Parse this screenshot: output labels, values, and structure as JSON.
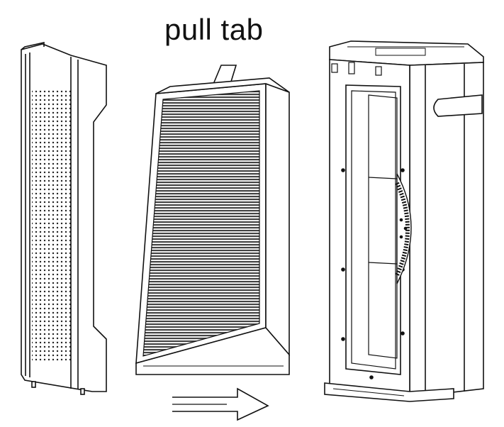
{
  "caption": {
    "pull_tab": "pull tab"
  },
  "colors": {
    "line": "#111111",
    "background": "#ffffff",
    "filter_media": "#555555"
  },
  "parts": [
    "front-cover",
    "filter",
    "purifier-body"
  ],
  "arrow": {
    "direction": "right"
  }
}
